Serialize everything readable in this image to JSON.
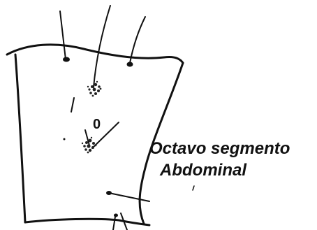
{
  "figure": {
    "label_line1": "Octavo segmento",
    "label_line2": "Abdominal",
    "mark_letter": "0",
    "ink_color": "#111111",
    "background": "#ffffff"
  }
}
